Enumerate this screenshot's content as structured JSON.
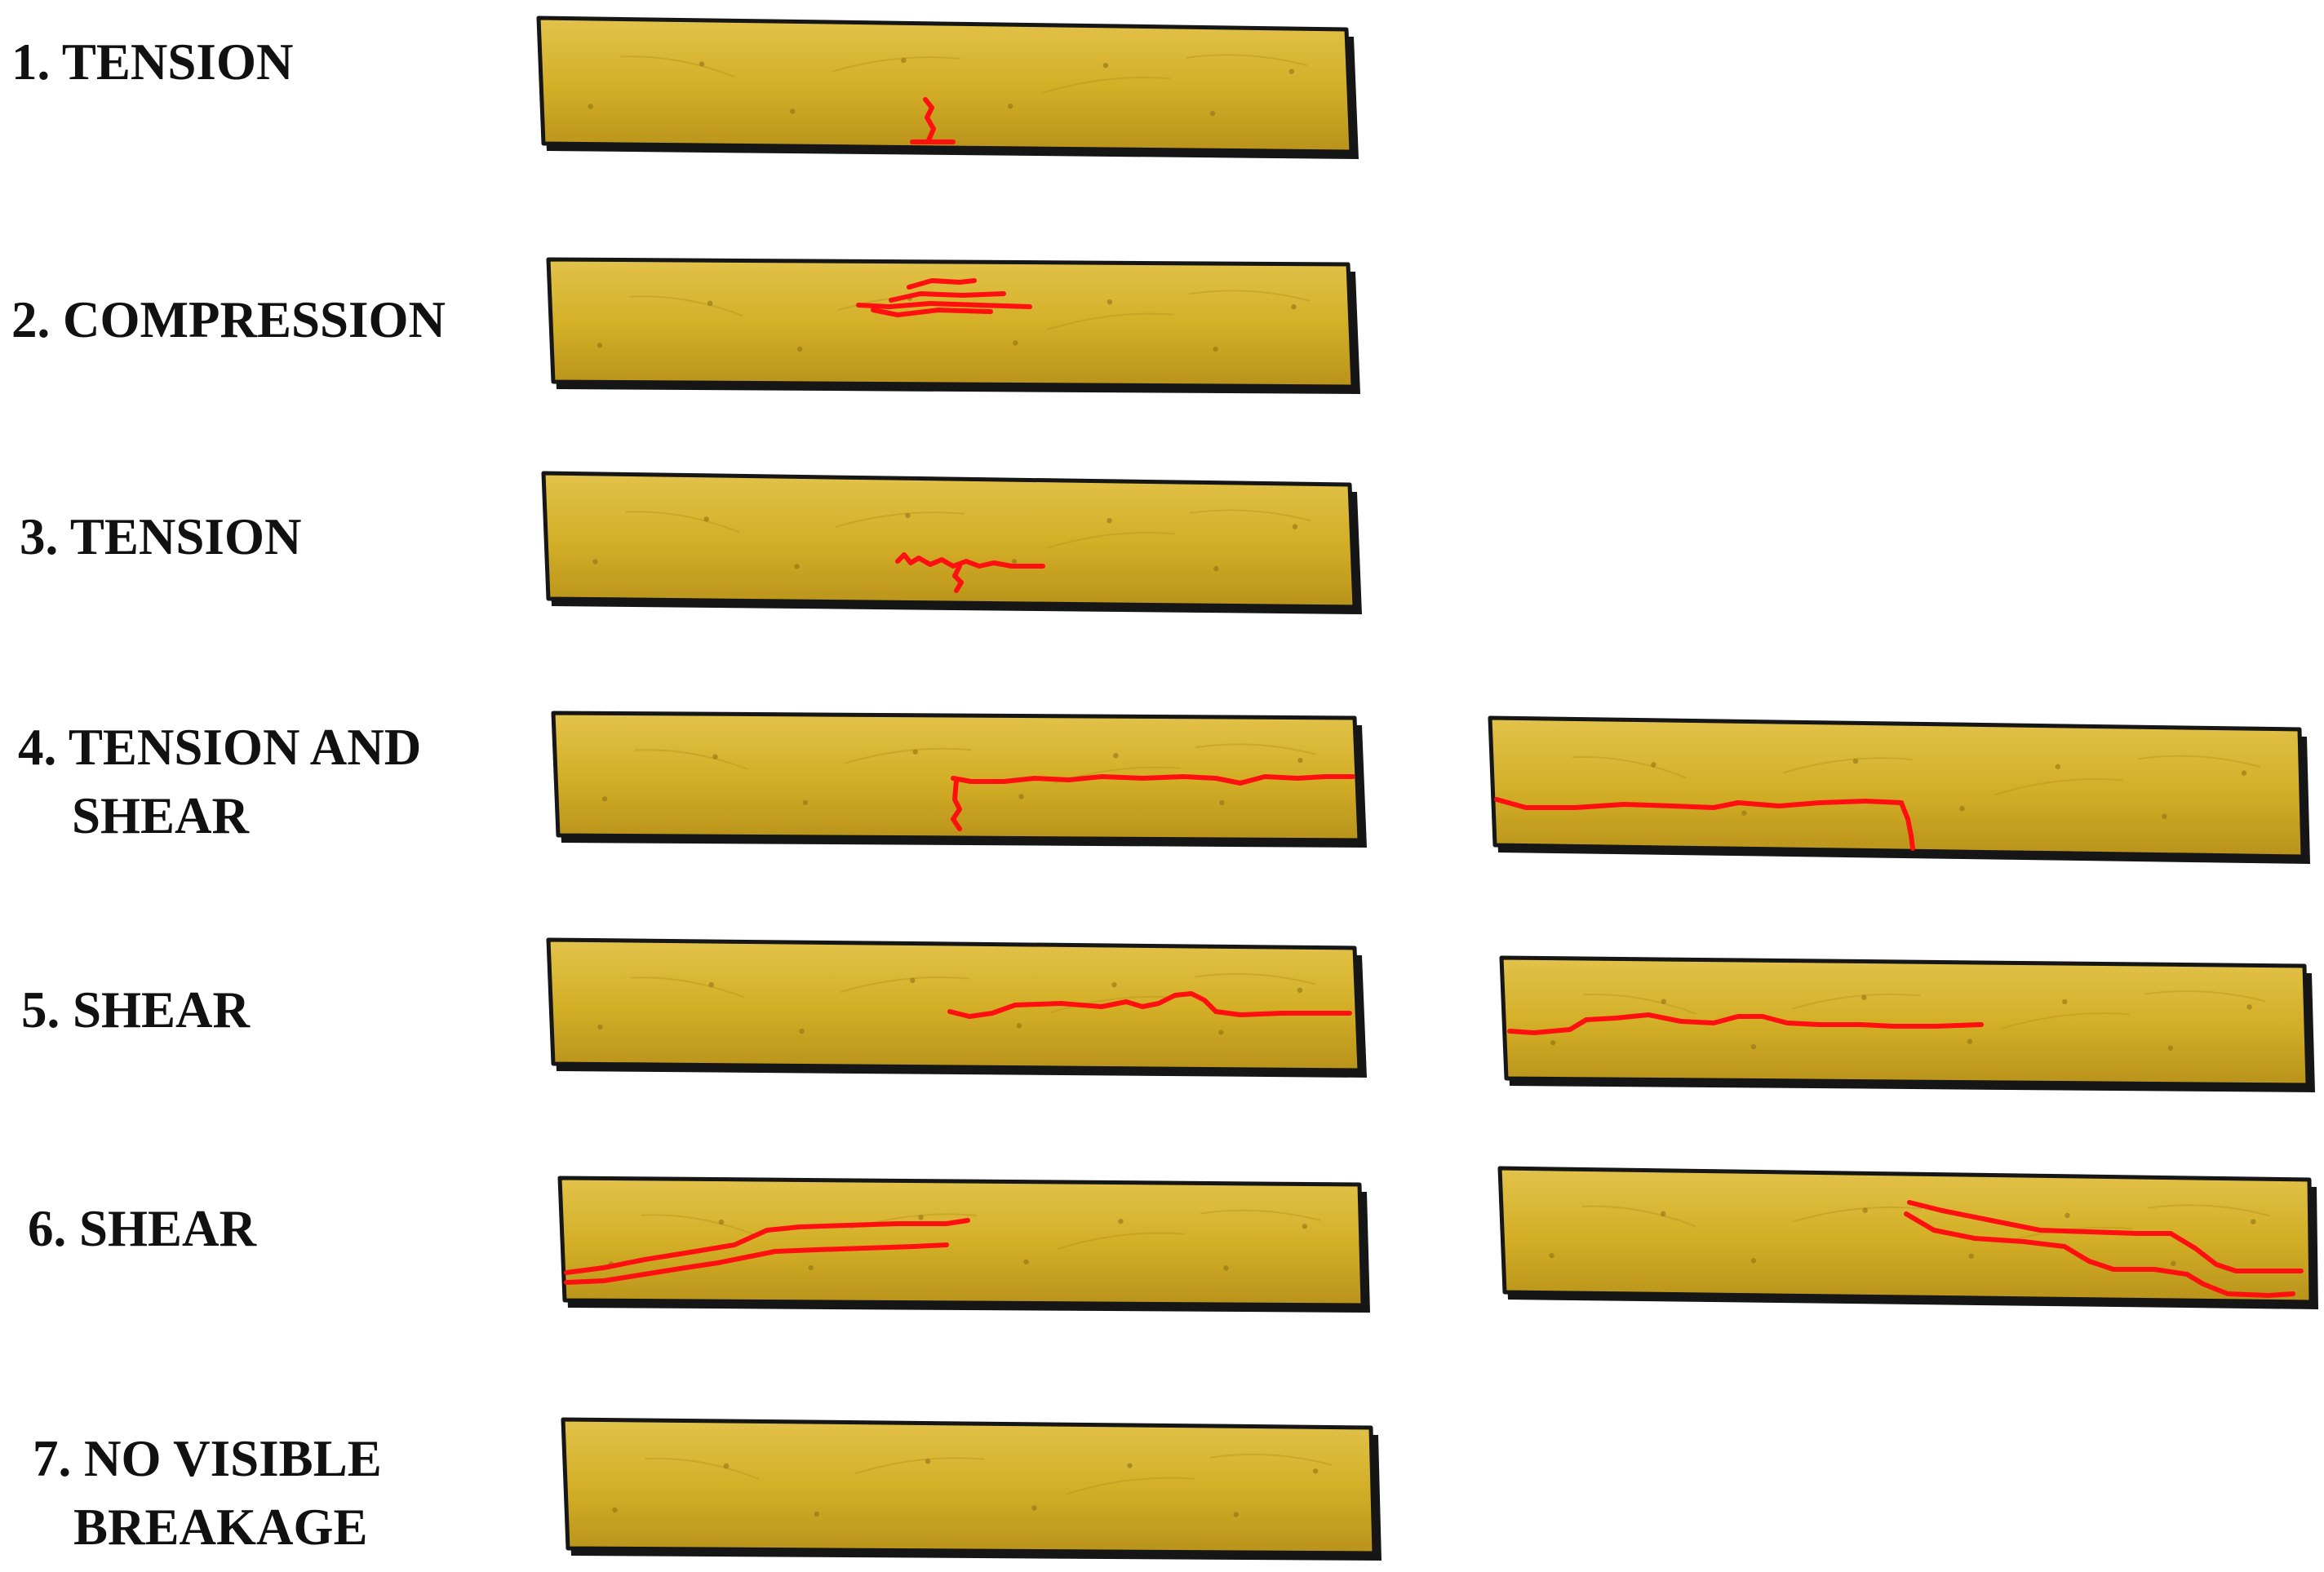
{
  "colors": {
    "wood": "#d4b028",
    "wood_light": "#e2c24a",
    "wood_dark": "#b9931a",
    "edge": "#161616",
    "crack": "#ff1010",
    "text": "#111111"
  },
  "failure_modes": [
    {
      "id": 1,
      "label_line1": "1. TENSION",
      "label_line2": "",
      "beams": [
        "tension-vertical"
      ]
    },
    {
      "id": 2,
      "label_line1": "2. COMPRESSION",
      "label_line2": "",
      "beams": [
        "compression-wrinkle"
      ]
    },
    {
      "id": 3,
      "label_line1": "3. TENSION",
      "label_line2": "",
      "beams": [
        "tension-splinter"
      ]
    },
    {
      "id": 4,
      "label_line1": "4. TENSION AND",
      "label_line2": "SHEAR",
      "beams": [
        "tension-shear-left",
        "tension-shear-right"
      ]
    },
    {
      "id": 5,
      "label_line1": "5. SHEAR",
      "label_line2": "",
      "beams": [
        "shear-horizontal-left",
        "shear-horizontal-right"
      ]
    },
    {
      "id": 6,
      "label_line1": "6. SHEAR",
      "label_line2": "",
      "beams": [
        "shear-diagonal-left",
        "shear-diagonal-right"
      ]
    },
    {
      "id": 7,
      "label_line1": "7. NO VISIBLE",
      "label_line2": "BREAKAGE",
      "beams": [
        "intact"
      ]
    }
  ]
}
